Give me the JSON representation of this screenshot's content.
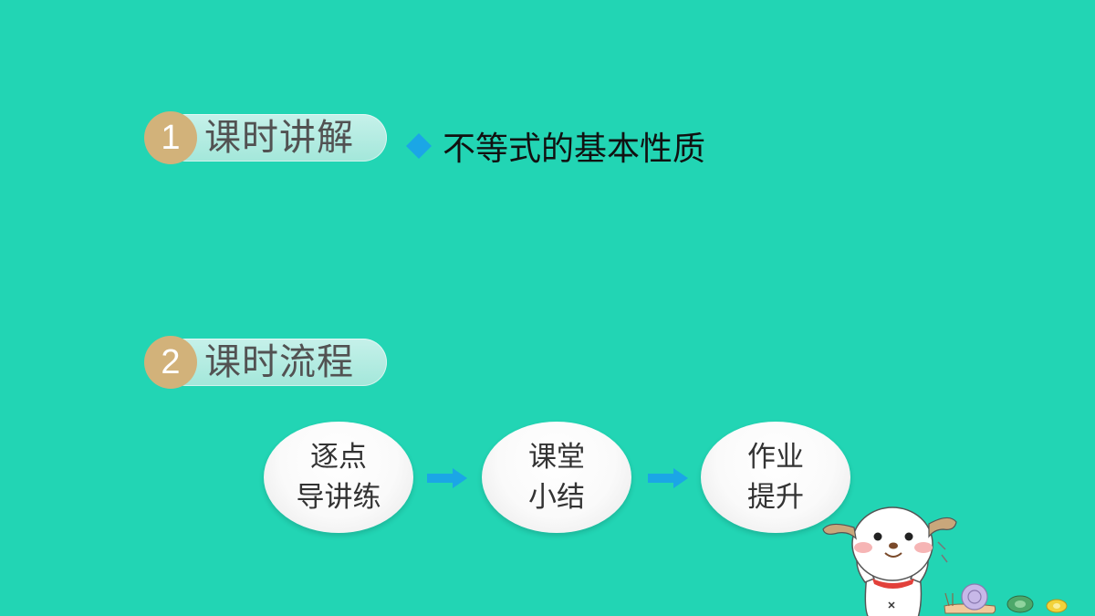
{
  "sections": [
    {
      "number": "1",
      "title": "课时讲解"
    },
    {
      "number": "2",
      "title": "课时流程"
    }
  ],
  "topic": {
    "bullet_icon": "diamond-icon",
    "bullet_color": "#1ba6e6",
    "text": "不等式的基本性质"
  },
  "flow": {
    "steps": [
      {
        "line1": "逐点",
        "line2": "导讲练"
      },
      {
        "line1": "课堂",
        "line2": "小结"
      },
      {
        "line1": "作业",
        "line2": "提升"
      }
    ],
    "arrow_icon": "right-arrow-icon",
    "arrow_color": "#1ba6e6"
  },
  "colors": {
    "background": "#22d5b4",
    "number_circle": "#d2b27a",
    "section_pill": "#b6ede3"
  }
}
